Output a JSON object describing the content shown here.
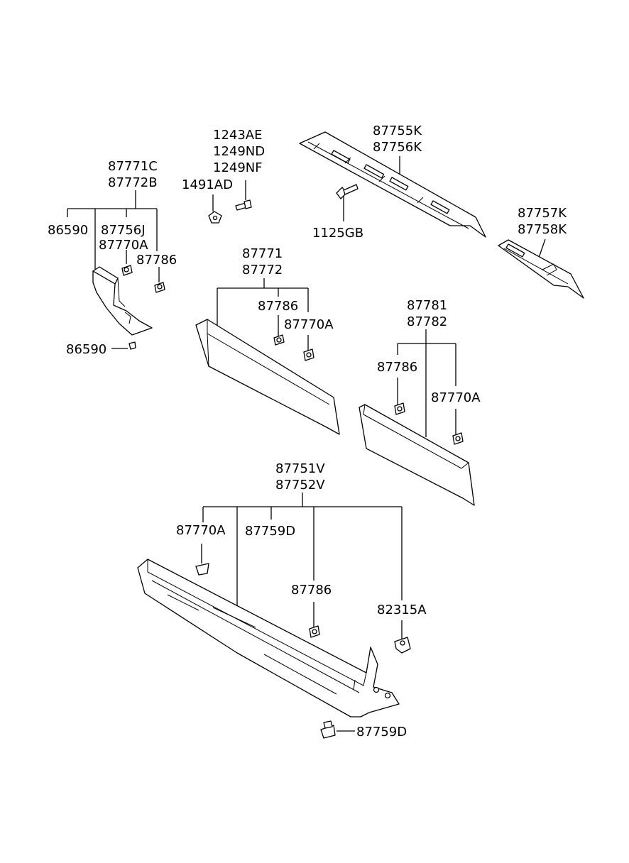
{
  "labels": {
    "l_87771C": "87771C",
    "l_87772B": "87772B",
    "l_86590_a": "86590",
    "l_87756J": "87756J",
    "l_87770A_a": "87770A",
    "l_87786_a": "87786",
    "l_86590_b": "86590",
    "l_1243AE": "1243AE",
    "l_1249ND": "1249ND",
    "l_1249NF": "1249NF",
    "l_1491AD": "1491AD",
    "l_87755K": "87755K",
    "l_87756K": "87756K",
    "l_1125GB": "1125GB",
    "l_87757K": "87757K",
    "l_87758K": "87758K",
    "l_87771": "87771",
    "l_87772": "87772",
    "l_87786_b": "87786",
    "l_87770A_b": "87770A",
    "l_87781": "87781",
    "l_87782": "87782",
    "l_87786_c": "87786",
    "l_87770A_c": "87770A",
    "l_87751V": "87751V",
    "l_87752V": "87752V",
    "l_87770A_d": "87770A",
    "l_87759D_a": "87759D",
    "l_87786_d": "87786",
    "l_82315A": "82315A",
    "l_87759D_b": "87759D"
  }
}
